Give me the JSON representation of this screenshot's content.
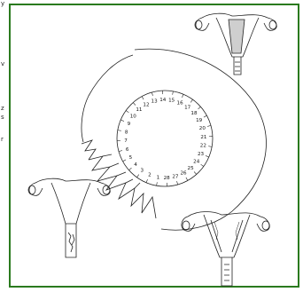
{
  "diagram": {
    "border_color": "#2a7a1e",
    "cycle_days": [
      "1",
      "2",
      "3",
      "4",
      "5",
      "6",
      "7",
      "8",
      "9",
      "10",
      "11",
      "12",
      "13",
      "14",
      "15",
      "16",
      "17",
      "18",
      "19",
      "20",
      "21",
      "22",
      "23",
      "24",
      "25",
      "26",
      "27",
      "28"
    ],
    "edge_fragments": [
      "y",
      "v",
      "z",
      "s",
      "r"
    ],
    "icons": [
      "uterus-top-right-icon",
      "uterus-left-icon",
      "uterus-bottom-right-icon"
    ]
  }
}
